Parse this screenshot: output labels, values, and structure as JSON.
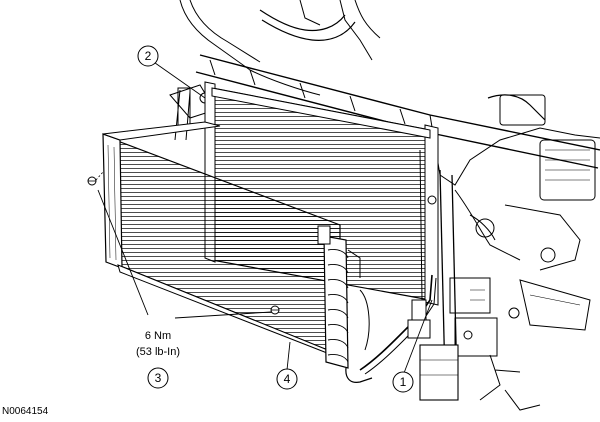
{
  "callouts": [
    {
      "number": "1"
    },
    {
      "number": "2"
    },
    {
      "number": "3"
    },
    {
      "number": "4"
    }
  ],
  "torque_spec": {
    "metric": "6 Nm",
    "imperial": "(53 lb-In)"
  },
  "figure_id": "N0064154"
}
